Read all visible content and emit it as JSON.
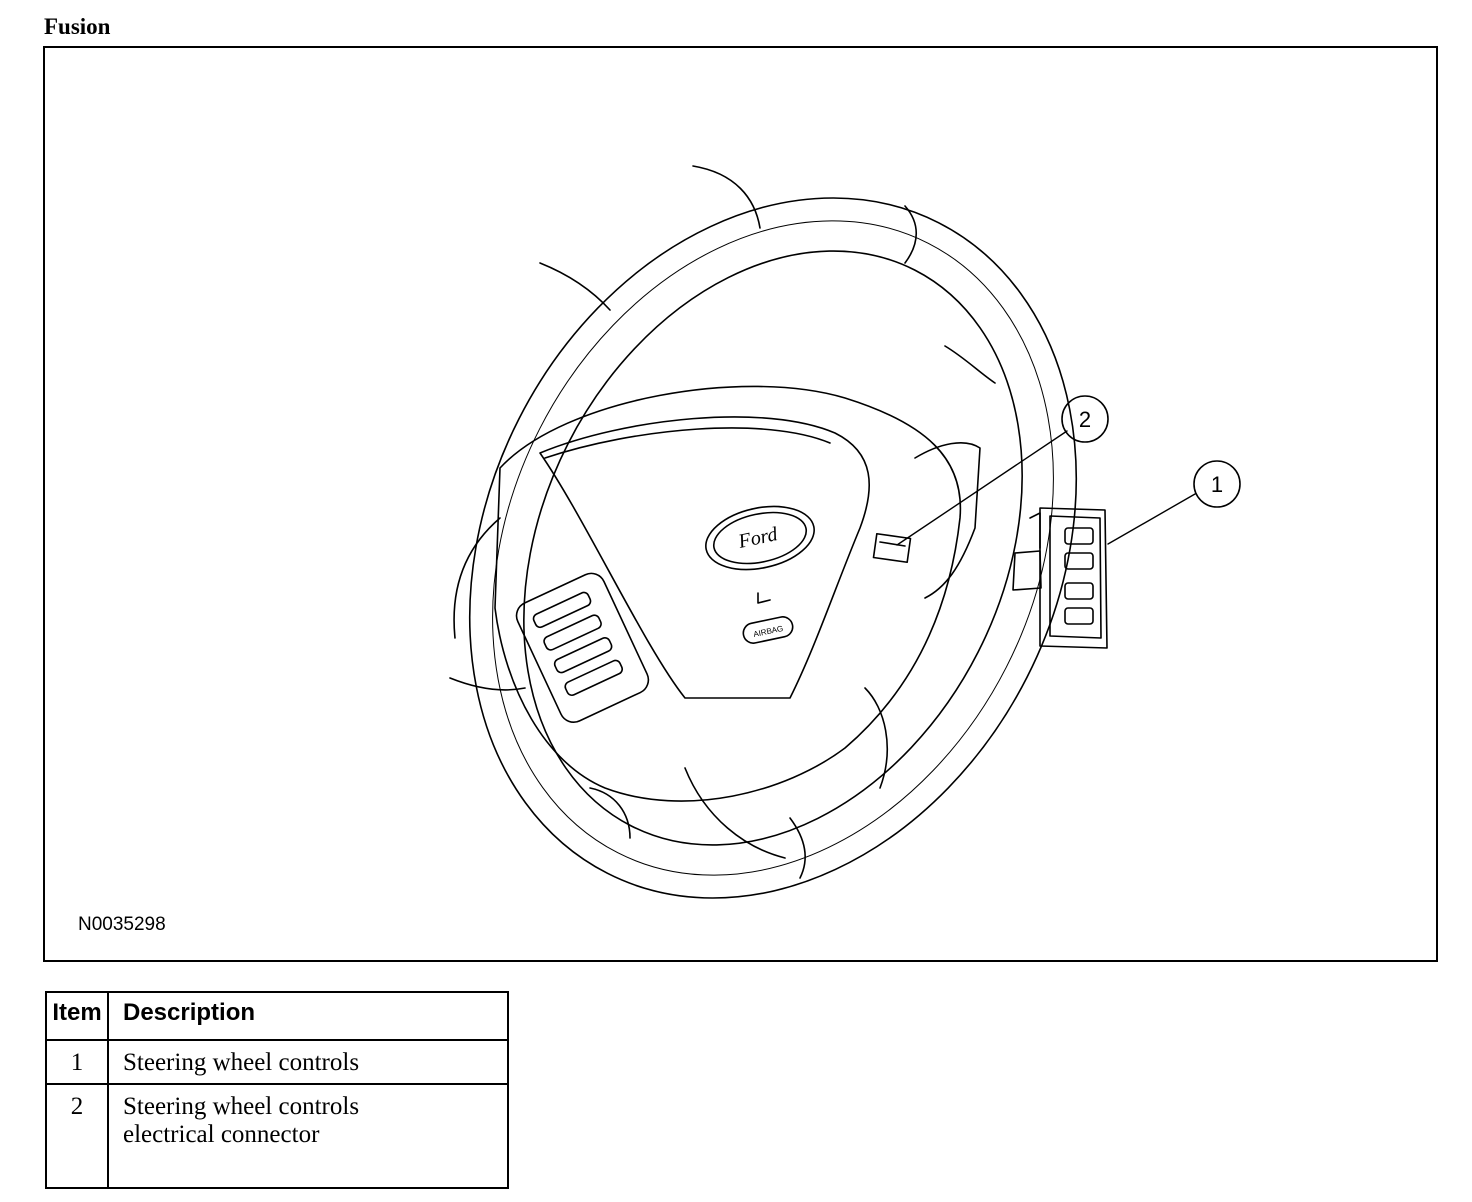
{
  "heading": "Fusion",
  "figure": {
    "id": "N0035298",
    "callouts": [
      "1",
      "2"
    ],
    "logo_text": "Ford",
    "airbag_label": "AIRBAG"
  },
  "legend": {
    "headers": [
      "Item",
      "Description"
    ],
    "rows": [
      {
        "item": "1",
        "description": [
          "Steering wheel controls"
        ]
      },
      {
        "item": "2",
        "description": [
          "Steering wheel controls",
          "electrical connector"
        ]
      }
    ]
  }
}
